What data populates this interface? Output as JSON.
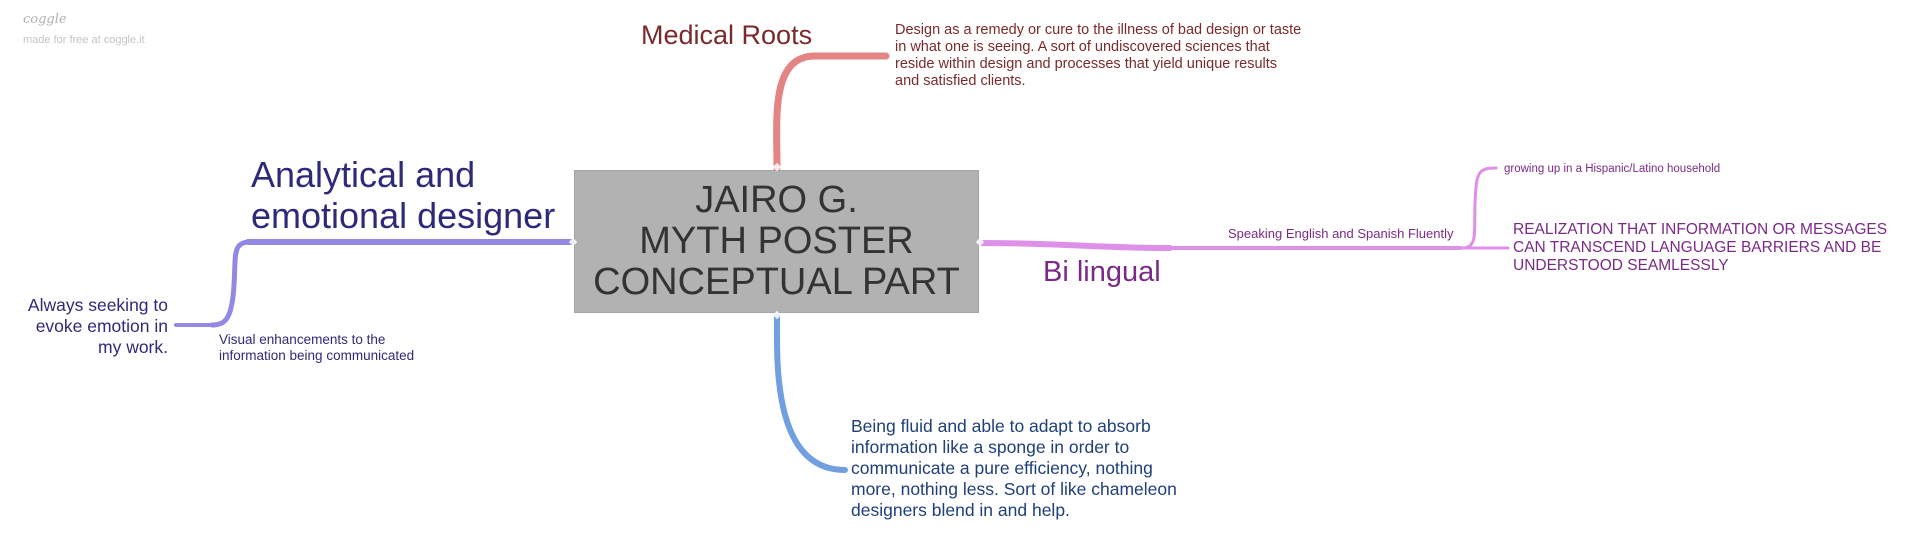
{
  "app": {
    "brand": "coggle",
    "brand_sub": "made for free at coggle.it"
  },
  "central_node": {
    "lines": [
      "JAIRO G.",
      "MYTH POSTER",
      "CONCEPTUAL PART"
    ],
    "fill_color": "#b2b2b2",
    "text_color": "#333333"
  },
  "branches": {
    "medical": {
      "color": "#e38584",
      "text_color": "#7a2a2a",
      "title": "Medical Roots",
      "detail": "Design as a remedy or cure to the illness of bad design or taste in what one is seeing. A sort of undiscovered sciences that reside within design and processes that yield unique results and satisfied clients."
    },
    "analytical": {
      "color": "#9189e2",
      "text_color": "#2e2a7a",
      "title_line1": "Analytical and",
      "title_line2": "emotional designer",
      "child": "Visual enhancements to the information being communicated",
      "grandchild": "Always seeking to evoke emotion in my work."
    },
    "bilingual": {
      "color": "#de90e9",
      "text_color": "#7a2a86",
      "title": "Bi lingual",
      "child": "Speaking English and Spanish Fluently",
      "grandchild_1": "growing up in a Hispanic/Latino household",
      "grandchild_2": "REALIZATION THAT INFORMATION OR MESSAGES CAN TRANSCEND LANGUAGE BARRIERS AND BE UNDERSTOOD SEAMLESSLY"
    },
    "fluid": {
      "color": "#719fe0",
      "text_color": "#1f3f7a",
      "detail": "Being fluid and able to adapt to absorb information like a sponge in order to communicate a pure efficiency, nothing more, nothing less. Sort of like chameleon designers blend in and help."
    }
  }
}
